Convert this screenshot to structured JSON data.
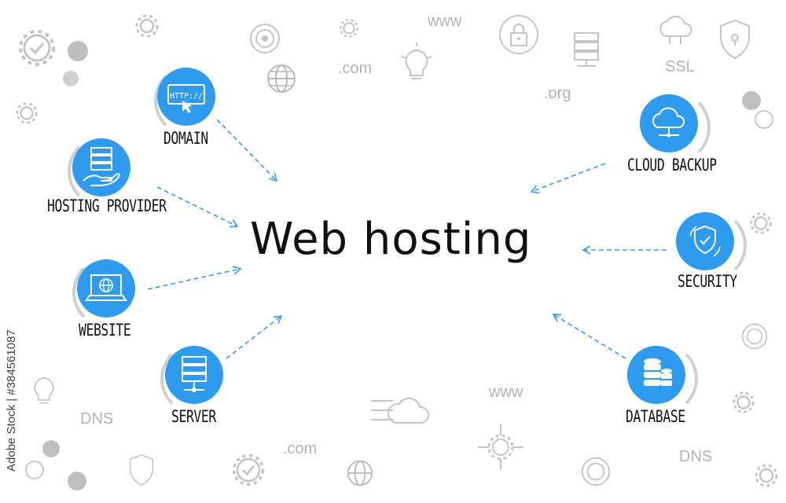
{
  "title": "Web hosting",
  "nodes": {
    "domain": {
      "label": "DOMAIN",
      "icon": "http-icon"
    },
    "hosting_provider": {
      "label": "HOSTING PROVIDER",
      "icon": "server-hand-icon"
    },
    "website": {
      "label": "WEBSITE",
      "icon": "laptop-globe-icon"
    },
    "server": {
      "label": "SERVER",
      "icon": "server-rack-icon"
    },
    "cloud_backup": {
      "label": "CLOUD BACKUP",
      "icon": "cloud-icon"
    },
    "security": {
      "label": "SECURITY",
      "icon": "shield-icon"
    },
    "database": {
      "label": "DATABASE",
      "icon": "database-icon"
    }
  },
  "background_text": {
    "www_top": "www",
    "com_top": ".com",
    "org": ".org",
    "ssl": "SSL",
    "dns_left": "DNS",
    "www_bottom": "www",
    "com_bottom": ".com",
    "dns_right": "DNS"
  },
  "watermark": "Adobe Stock | #384561087",
  "colors": {
    "node_fill": "#2f9bef",
    "arrow": "#3a9ae8",
    "background_icons": "#bdbdbd",
    "text": "#111111"
  }
}
